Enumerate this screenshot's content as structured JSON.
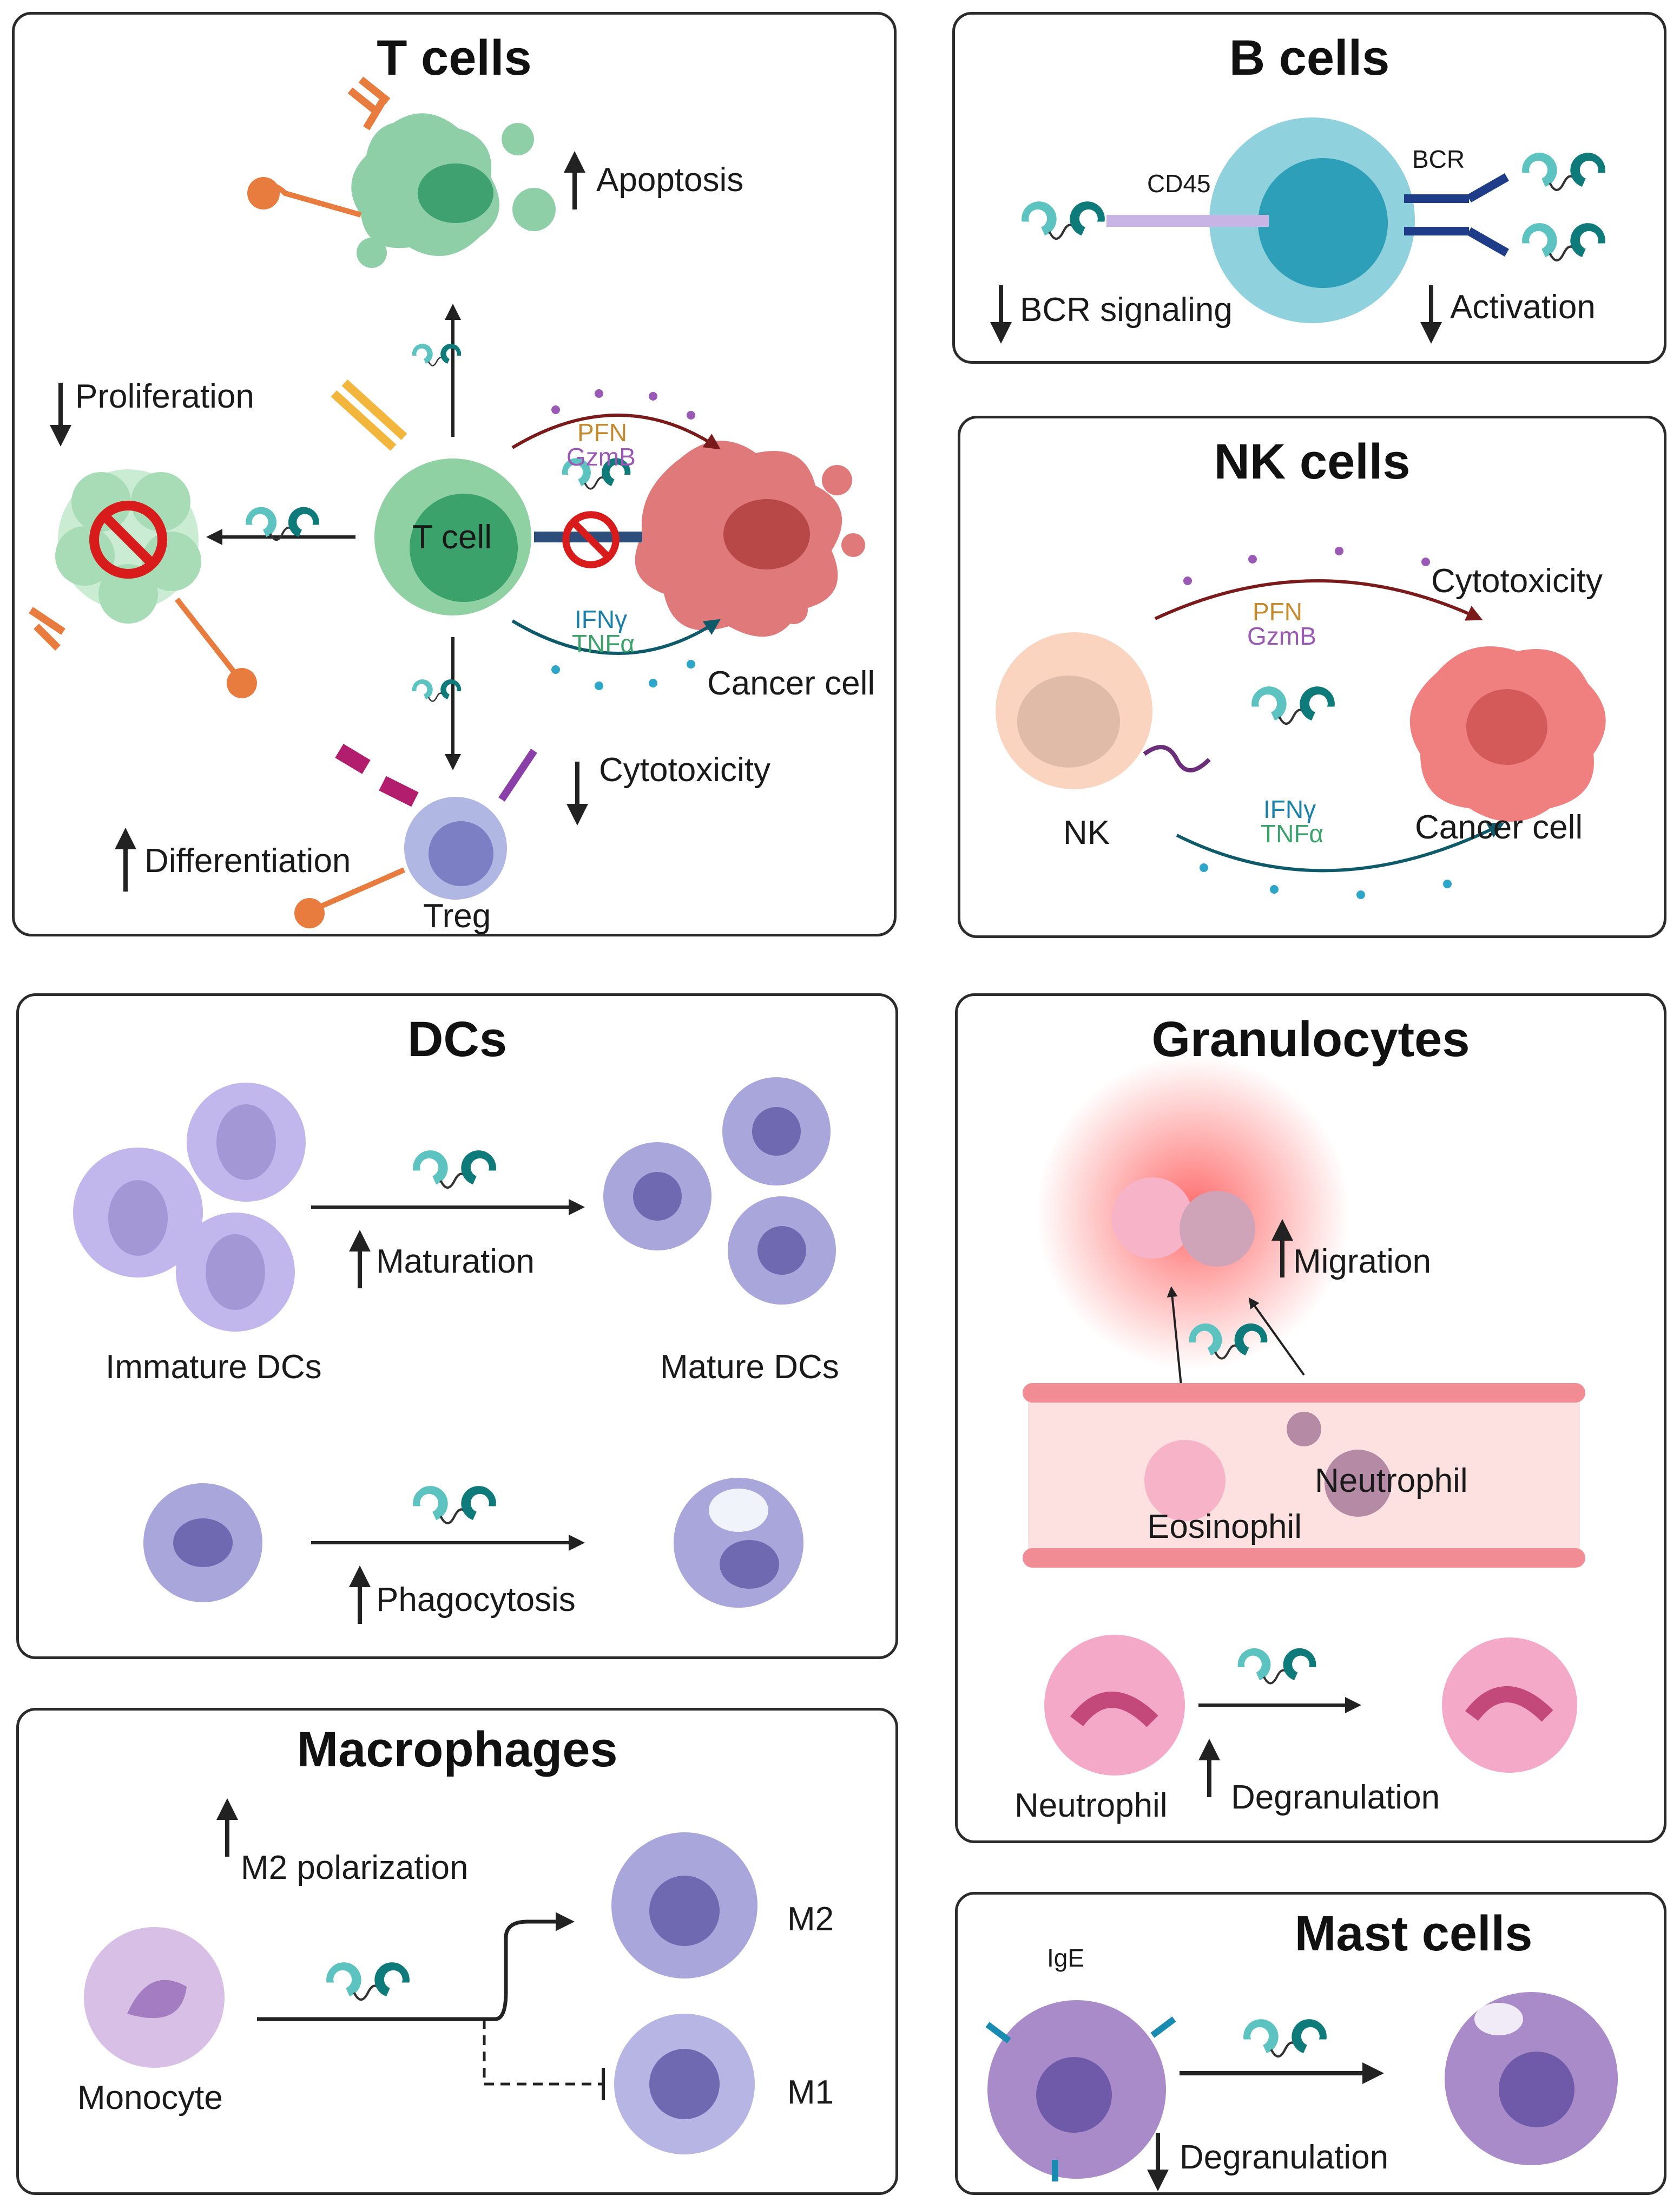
{
  "panels": {
    "t_cells": {
      "title": "T cells",
      "apoptosis": "Apoptosis",
      "proliferation": "Proliferation",
      "t_cell": "T cell",
      "pfn": "PFN",
      "gzmb": "GzmB",
      "ifng": "IFNγ",
      "tnfa": "TNFα",
      "cancer_cell": "Cancer cell",
      "cytotoxicity": "Cytotoxicity",
      "differentiation": "Differentiation",
      "treg": "Treg"
    },
    "b_cells": {
      "title": "B cells",
      "cd45": "CD45",
      "bcr": "BCR",
      "bcr_signaling": "BCR signaling",
      "activation": "Activation"
    },
    "nk_cells": {
      "title": "NK cells",
      "cytotoxicity": "Cytotoxicity",
      "pfn": "PFN",
      "gzmb": "GzmB",
      "nk": "NK",
      "ifng": "IFNγ",
      "tnfa": "TNFα",
      "cancer_cell": "Cancer cell"
    },
    "dcs": {
      "title": "DCs",
      "maturation": "Maturation",
      "immature": "Immature DCs",
      "mature": "Mature DCs",
      "phagocytosis": "Phagocytosis"
    },
    "granulocytes": {
      "title": "Granulocytes",
      "migration": "Migration",
      "neutrophil_vessel": "Neutrophil",
      "eosinophil": "Eosinophil",
      "neutrophil": "Neutrophil",
      "degranulation": "Degranulation"
    },
    "macrophages": {
      "title": "Macrophages",
      "m2_polarization": "M2 polarization",
      "monocyte": "Monocyte",
      "m2": "M2",
      "m1": "M1"
    },
    "mast_cells": {
      "title": "Mast cells",
      "ige": "IgE",
      "degranulation": "Degranulation"
    }
  },
  "icons": {
    "up": "up-arrow-icon",
    "down": "down-arrow-icon",
    "drug": "bispecific-molecule-icon",
    "inhibit": "prohibition-icon"
  },
  "colors": {
    "border": "#2b2b2b",
    "teal_dark": "#0f7a7a",
    "teal_light": "#5cc3c0",
    "tcell": "#5fba86",
    "cancer": "#d95b5b",
    "dc": "#a9a6dc",
    "neutrophil": "#f2a6c8",
    "mast": "#a98bc9",
    "prohibit": "#d81b1b"
  }
}
